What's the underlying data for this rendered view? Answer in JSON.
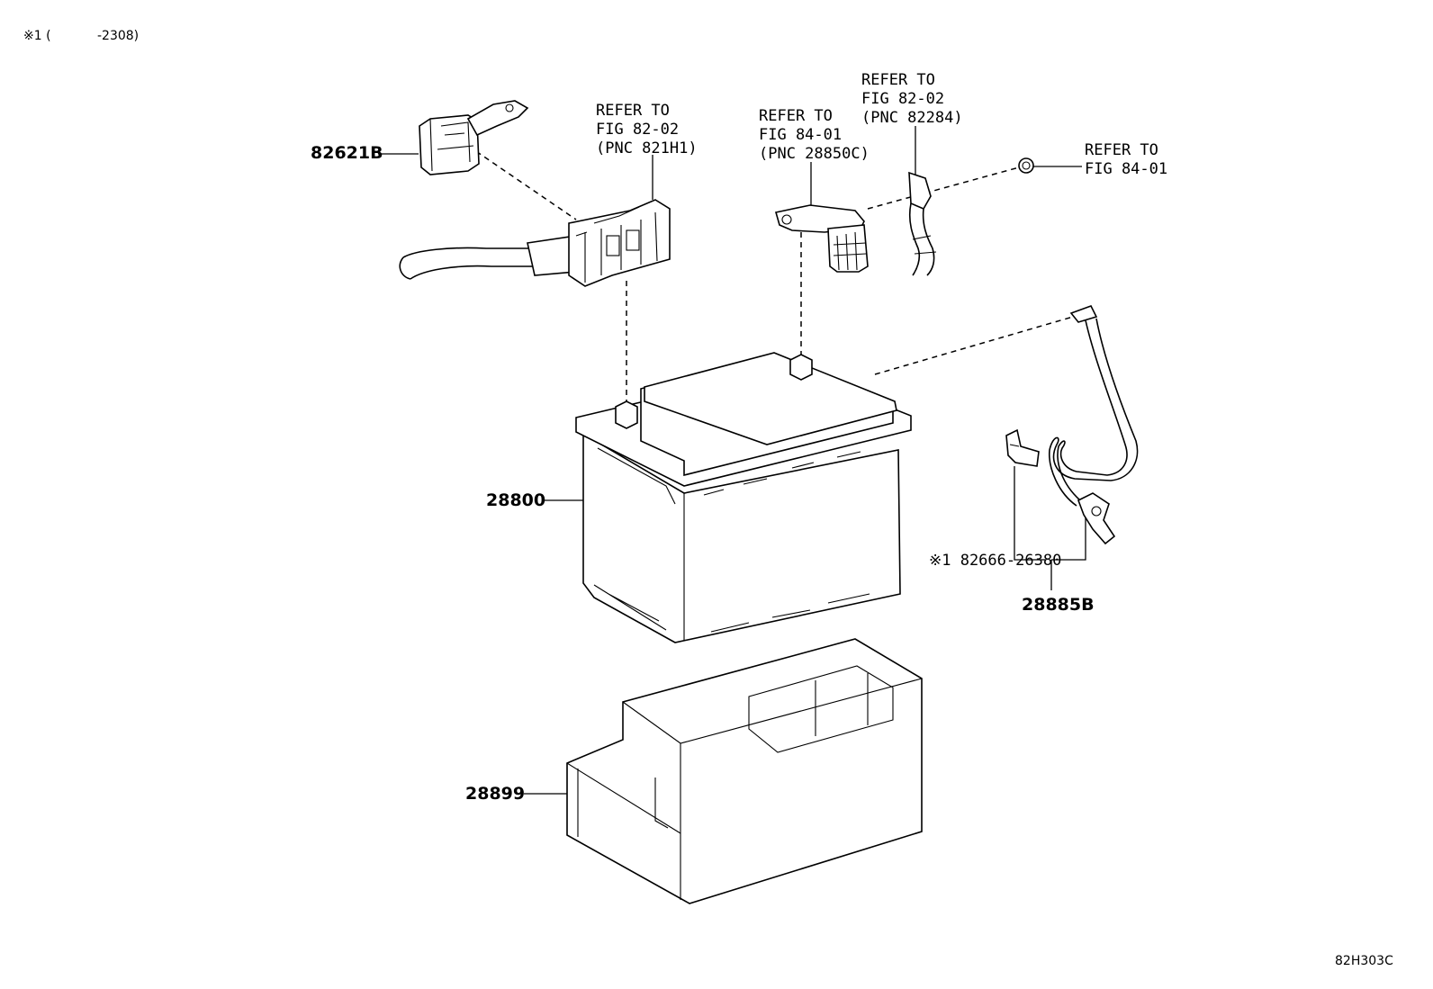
{
  "header": {
    "note_mark": "※1 (",
    "note_range": "-2308)"
  },
  "callouts": [
    {
      "id": "c1",
      "lines": [
        "REFER TO",
        "FIG 82-02",
        "(PNC 821H1)"
      ]
    },
    {
      "id": "c2",
      "lines": [
        "REFER TO",
        "FIG 84-01",
        "(PNC 28850C)"
      ]
    },
    {
      "id": "c3",
      "lines": [
        "REFER TO",
        "FIG 82-02",
        "(PNC 82284)"
      ]
    },
    {
      "id": "c4",
      "lines": [
        "REFER TO",
        "FIG 84-01"
      ]
    }
  ],
  "parts": {
    "p82621b": "82621B",
    "p28800": "28800",
    "p28899": "28899",
    "p82666": "※1 82666-26380",
    "p28885b": "28885B"
  },
  "footer": {
    "diagram_code": "82H303C"
  }
}
